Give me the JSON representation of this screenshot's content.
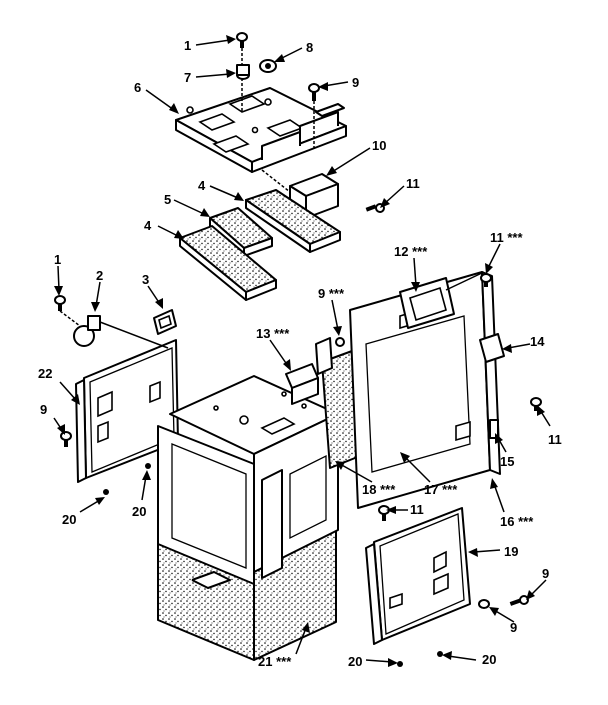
{
  "callouts": [
    {
      "id": "c1a",
      "text": "1"
    },
    {
      "id": "c8",
      "text": "8"
    },
    {
      "id": "c7",
      "text": "7"
    },
    {
      "id": "c6",
      "text": "6"
    },
    {
      "id": "c9a",
      "text": "9"
    },
    {
      "id": "c10",
      "text": "10"
    },
    {
      "id": "c4a",
      "text": "4"
    },
    {
      "id": "c11a",
      "text": "11"
    },
    {
      "id": "c5",
      "text": "5"
    },
    {
      "id": "c4b",
      "text": "4"
    },
    {
      "id": "c12",
      "text": "12 ***"
    },
    {
      "id": "c11b",
      "text": "11 ***"
    },
    {
      "id": "c1b",
      "text": "1"
    },
    {
      "id": "c2",
      "text": "2"
    },
    {
      "id": "c3",
      "text": "3"
    },
    {
      "id": "c9b",
      "text": "9 ***"
    },
    {
      "id": "c13",
      "text": "13 ***"
    },
    {
      "id": "c14",
      "text": "14"
    },
    {
      "id": "c22",
      "text": "22"
    },
    {
      "id": "c9c",
      "text": "9"
    },
    {
      "id": "c11c",
      "text": "11"
    },
    {
      "id": "c15",
      "text": "15"
    },
    {
      "id": "c18a",
      "text": "18 ***"
    },
    {
      "id": "c17",
      "text": "17 ***"
    },
    {
      "id": "c16",
      "text": "16 ***"
    },
    {
      "id": "c20a",
      "text": "20"
    },
    {
      "id": "c20b",
      "text": "20"
    },
    {
      "id": "c11d",
      "text": "11"
    },
    {
      "id": "c19",
      "text": "19"
    },
    {
      "id": "c9d",
      "text": "9"
    },
    {
      "id": "c9e",
      "text": "9"
    },
    {
      "id": "c21",
      "text": "21 ***"
    },
    {
      "id": "c20c",
      "text": "20"
    },
    {
      "id": "c20d",
      "text": "20"
    }
  ]
}
